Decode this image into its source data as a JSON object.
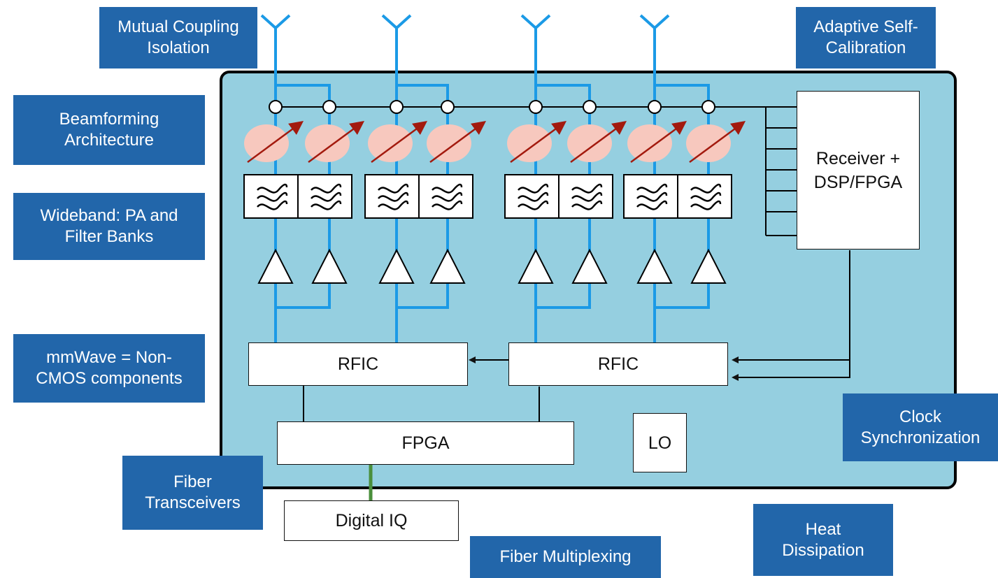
{
  "labels": {
    "mutual_coupling": [
      "Mutual Coupling",
      "Isolation"
    ],
    "adaptive_calibration": [
      "Adaptive Self-",
      "Calibration"
    ],
    "beamforming": [
      "Beamforming",
      "Architecture"
    ],
    "wideband": [
      "Wideband: PA and",
      "Filter Banks"
    ],
    "mmwave": [
      "mmWave = Non-",
      "CMOS components"
    ],
    "fiber_transceivers": [
      "Fiber",
      "Transceivers"
    ],
    "fiber_multiplexing": "Fiber Multiplexing",
    "clock_sync": [
      "Clock",
      "Synchronization"
    ],
    "heat": [
      "Heat",
      "Dissipation"
    ]
  },
  "blocks": {
    "receiver": [
      "Receiver +",
      "DSP/FPGA"
    ],
    "rfic_left": "RFIC",
    "rfic_right": "RFIC",
    "fpga": "FPGA",
    "lo": "LO",
    "digital_iq": "Digital IQ"
  },
  "colors": {
    "label_bg": "#2266aa",
    "board_bg": "#95cfe0",
    "signal_line": "#1b9ae6",
    "phase_shifter": "#f7c8be",
    "arrow": "#a31a0e",
    "fiber_link": "#4a8f3c"
  }
}
